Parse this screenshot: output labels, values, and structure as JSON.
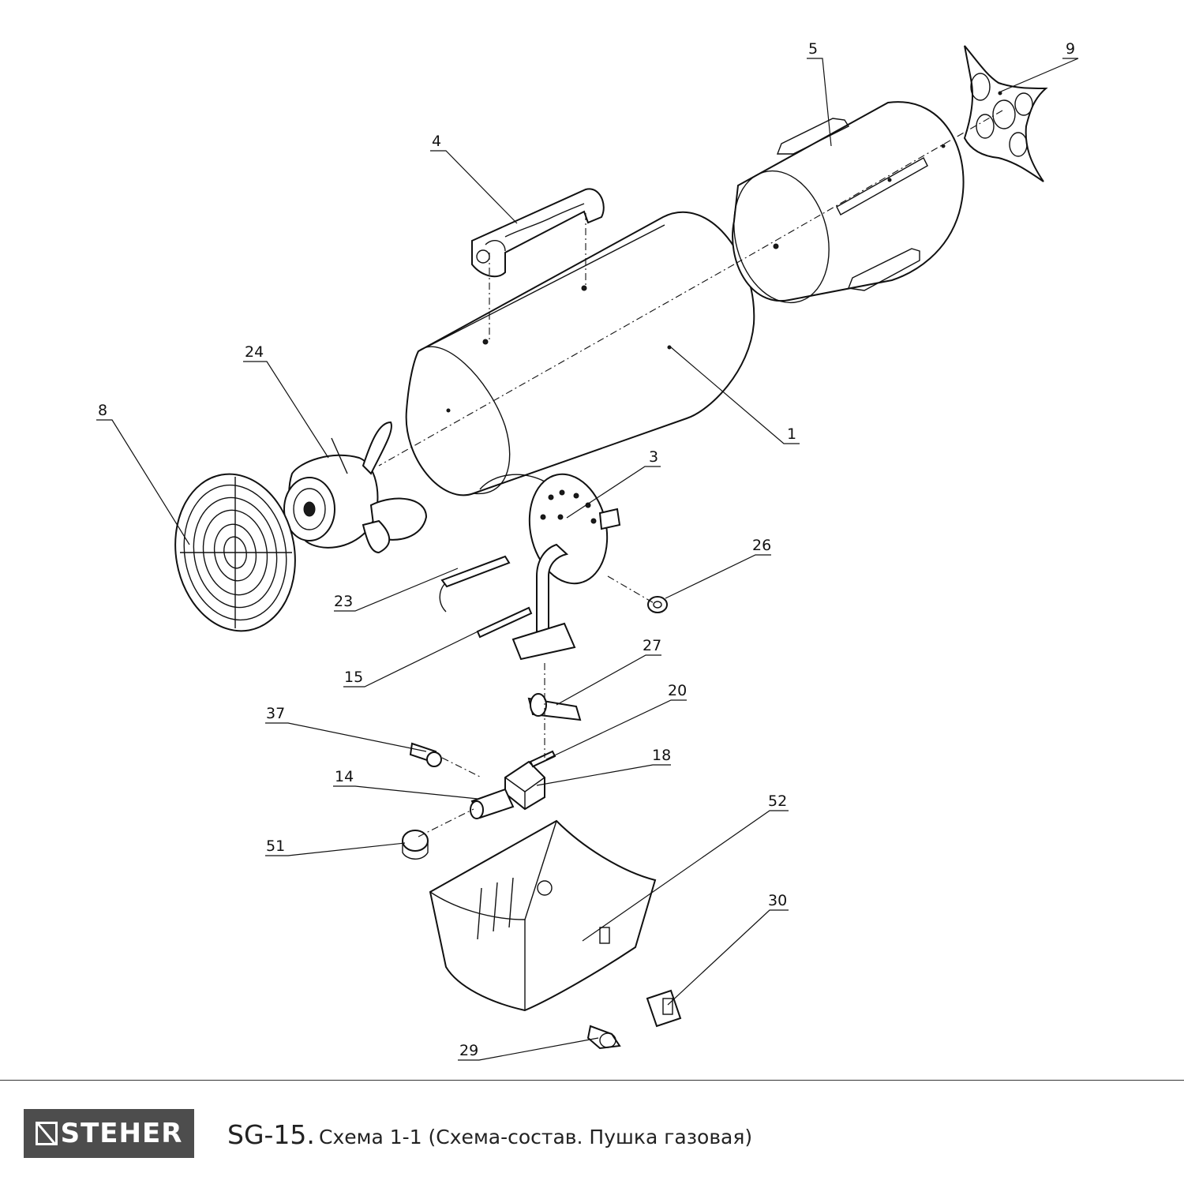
{
  "callouts": [
    "5",
    "9",
    "4",
    "1",
    "24",
    "8",
    "3",
    "26",
    "23",
    "15",
    "27",
    "20",
    "37",
    "18",
    "14",
    "52",
    "51",
    "30",
    "29"
  ],
  "brand": {
    "logo_text": "STEHER"
  },
  "caption": {
    "model": "SG-15.",
    "title": "Схема 1-1 (Схема-состав. Пушка газовая)"
  }
}
